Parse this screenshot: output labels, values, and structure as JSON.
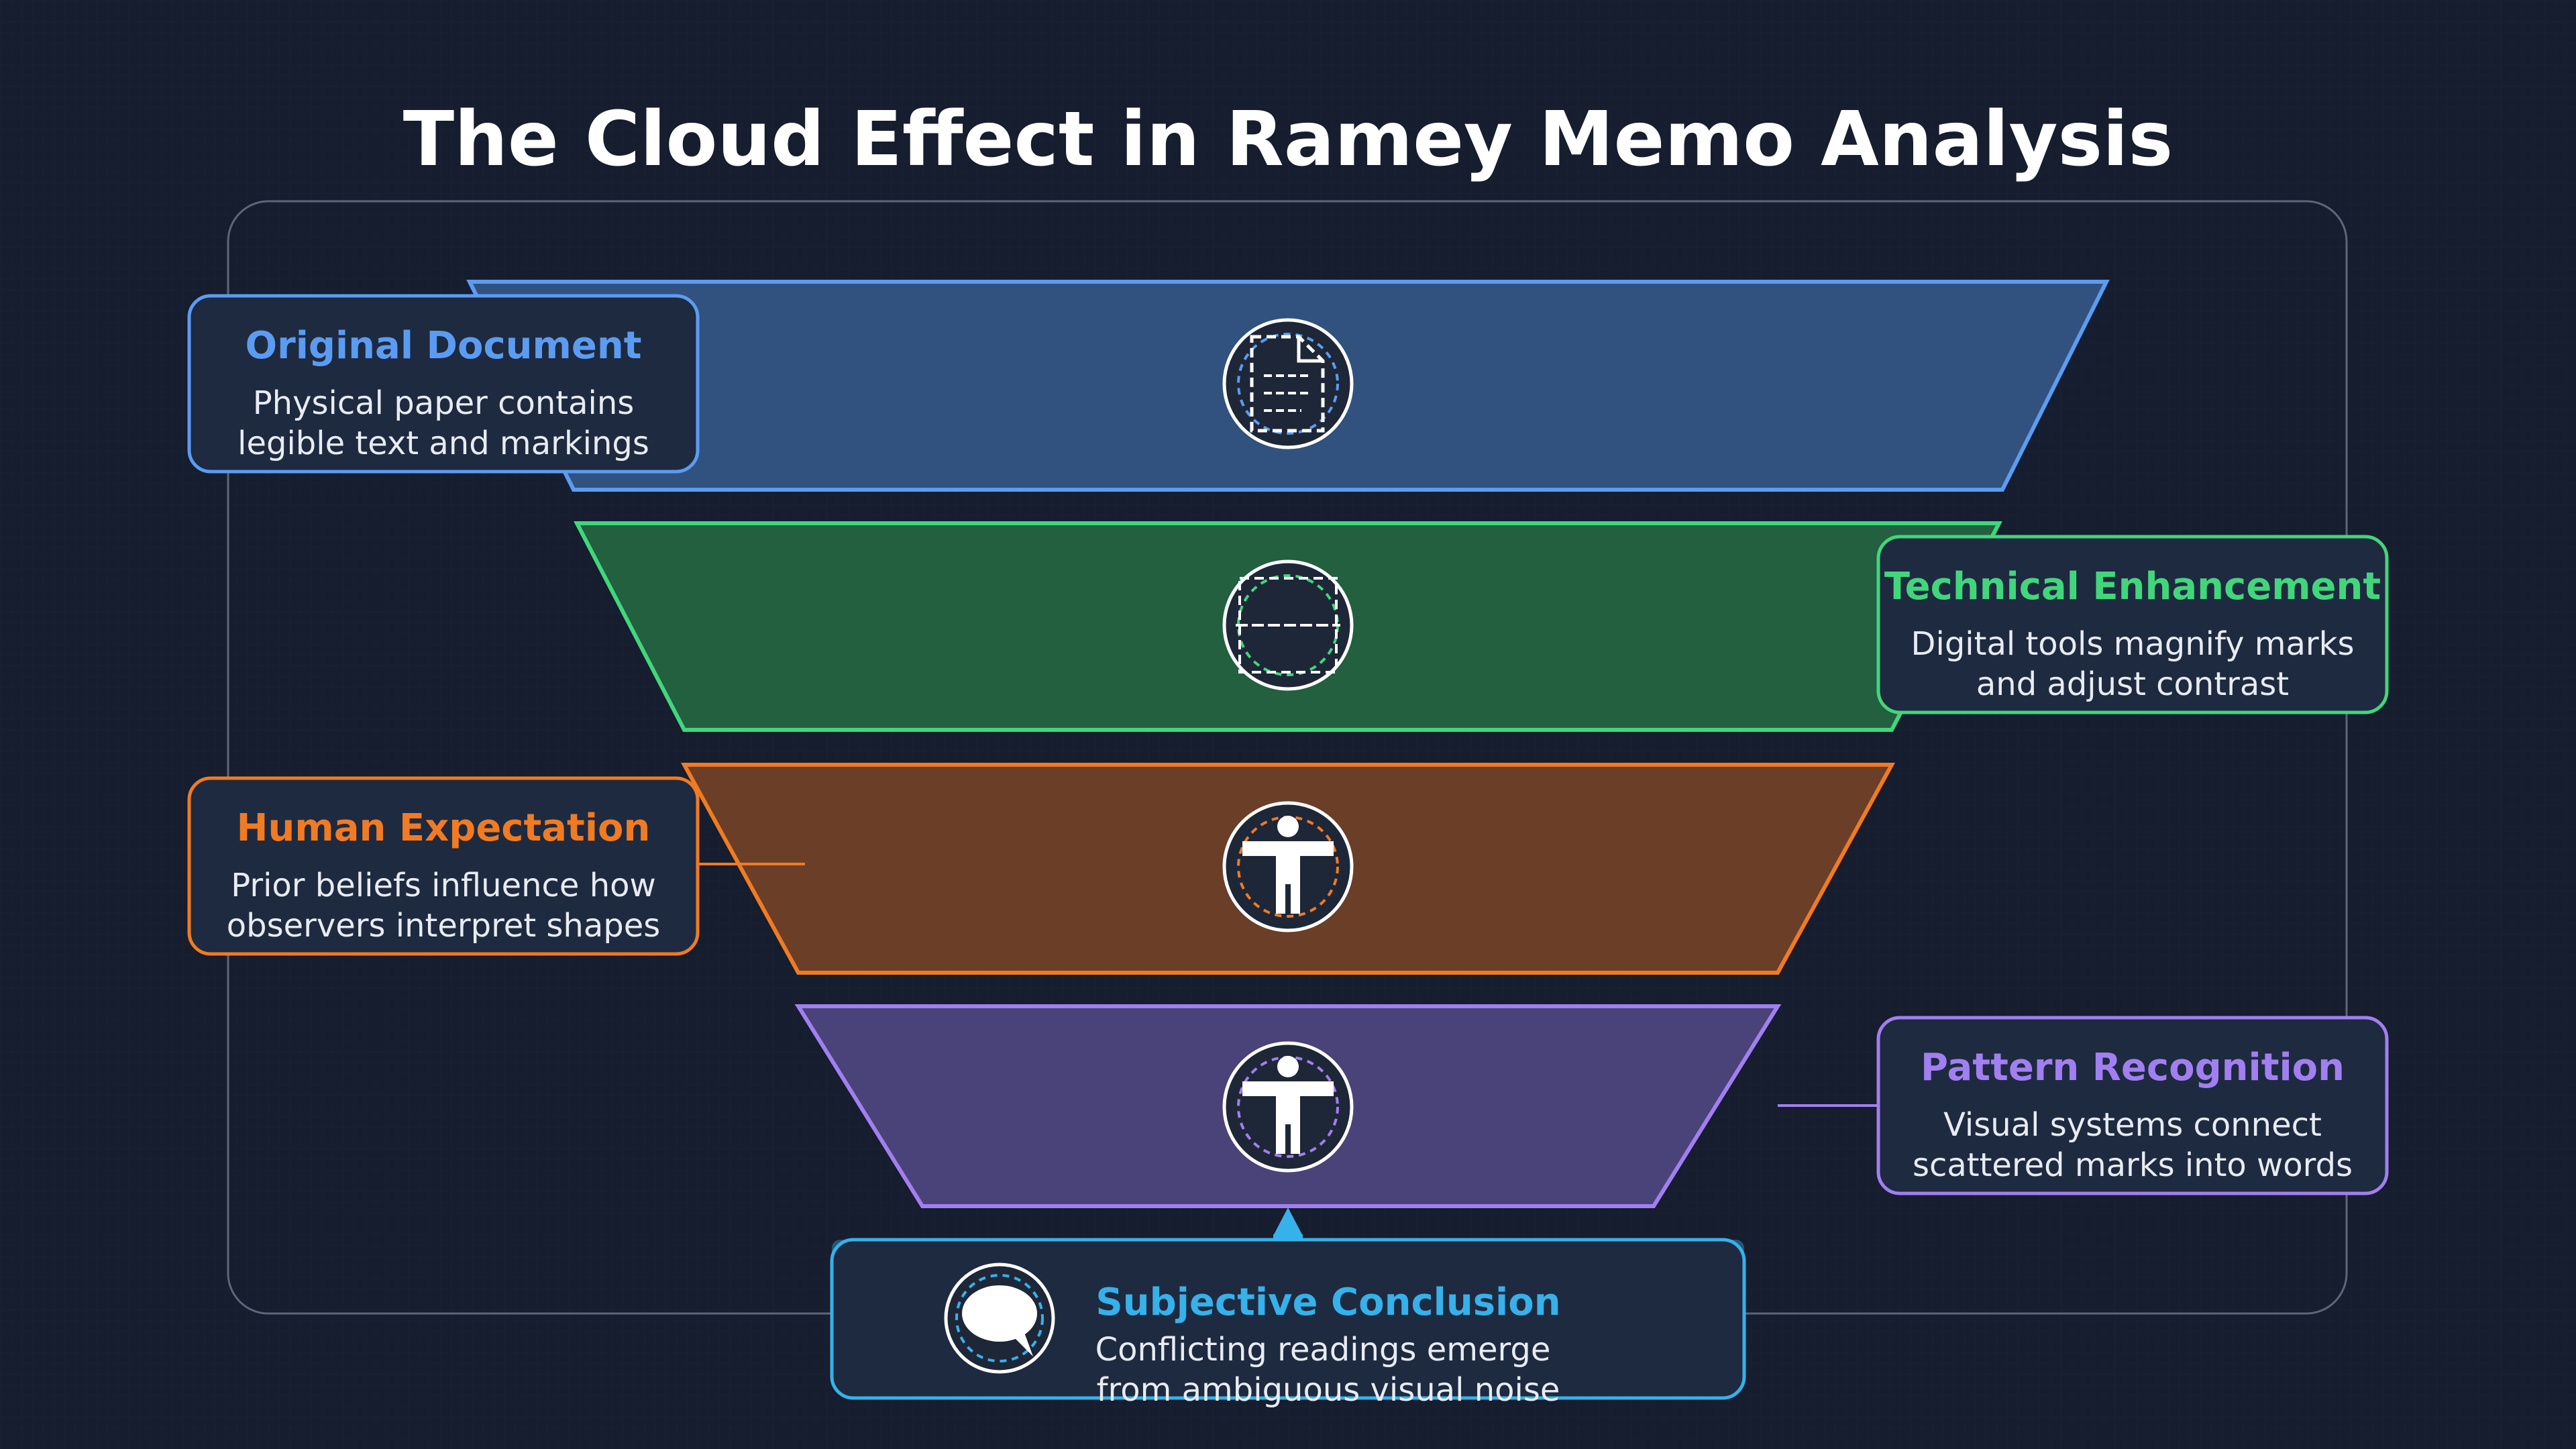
{
  "title": "The Cloud Effect in Ramey Memo Analysis",
  "colors": {
    "background": "#151d2e",
    "frame": "#5d6779",
    "blue": "#5b9cf2",
    "green": "#42d67c",
    "orange": "#f07b22",
    "purple": "#a27ff0",
    "cyan": "#36b1ea"
  },
  "stages": [
    {
      "title": "Original Document",
      "line1": "Physical paper contains",
      "line2": "legible text and markings",
      "icon": "document-icon",
      "color": "#5b9cf2"
    },
    {
      "title": "Technical Enhancement",
      "line1": "Digital tools magnify marks",
      "line2": "and adjust contrast",
      "icon": "scan-enhance-icon",
      "color": "#42d67c"
    },
    {
      "title": "Human Expectation",
      "line1": "Prior beliefs influence how",
      "line2": "observers interpret shapes",
      "icon": "person-icon",
      "color": "#f07b22"
    },
    {
      "title": "Pattern Recognition",
      "line1": "Visual systems connect",
      "line2": "scattered marks into words",
      "icon": "person-icon",
      "color": "#a27ff0"
    }
  ],
  "conclusion": {
    "title": "Subjective Conclusion",
    "line1": "Conflicting readings emerge",
    "line2": "from ambiguous visual noise",
    "icon": "speech-bubble-icon",
    "color": "#36b1ea"
  }
}
